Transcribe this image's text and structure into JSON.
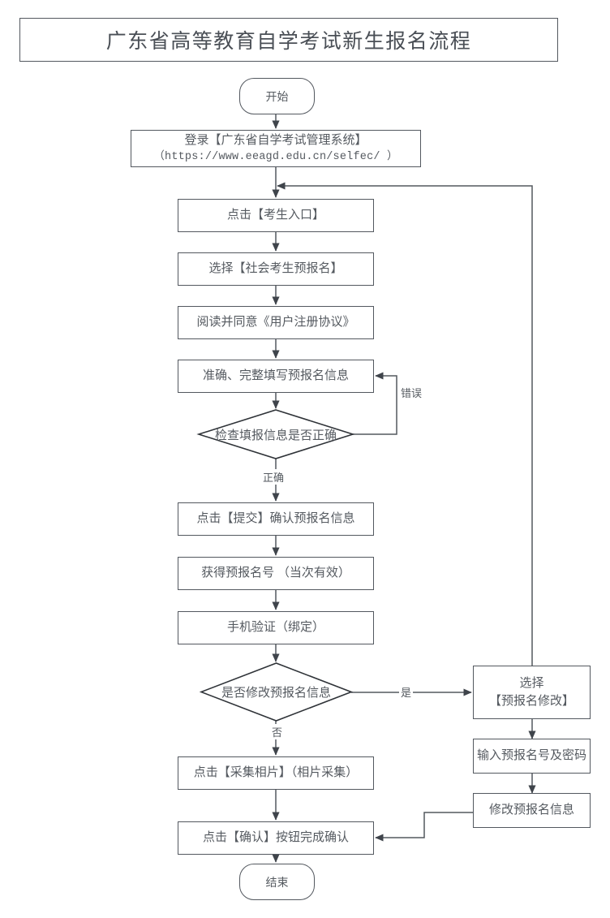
{
  "document": {
    "title": "广东省高等教育自学考试新生报名流程",
    "type": "flowchart"
  },
  "nodes": {
    "start": {
      "label": "开始",
      "shape": "terminator"
    },
    "login": {
      "line1": "登录【广东省自学考试管理系统】",
      "line2": "（https://www.eeagd.edu.cn/selfec/ ）",
      "shape": "process"
    },
    "entry": {
      "label": "点击【考生入口】",
      "shape": "process"
    },
    "select_pre_reg": {
      "label": "选择【社会考生预报名】",
      "shape": "process"
    },
    "agreement": {
      "label": "阅读并同意《用户注册协议》",
      "shape": "process"
    },
    "fill_info": {
      "label": "准确、完整填写预报名信息",
      "shape": "process"
    },
    "check_info": {
      "label": "检查填报信息是否正确",
      "shape": "decision"
    },
    "submit": {
      "label": "点击【提交】确认预报名信息",
      "shape": "process"
    },
    "get_number": {
      "label": "获得预报名号 （当次有效）",
      "shape": "process"
    },
    "phone_verify": {
      "label": "手机验证（绑定）",
      "shape": "process"
    },
    "modify_decision": {
      "label": "是否修改预报名信息",
      "shape": "decision"
    },
    "choose_modify": {
      "line1": "选择",
      "line2": "【预报名修改】",
      "shape": "process"
    },
    "input_number": {
      "label": "输入预报名号及密码",
      "shape": "process"
    },
    "modify_info": {
      "label": "修改预报名信息",
      "shape": "process"
    },
    "collect_photo": {
      "label": "点击【采集相片】（相片采集）",
      "shape": "process"
    },
    "confirm": {
      "label": "点击【确认】按钮完成确认",
      "shape": "process"
    },
    "end": {
      "label": "结束",
      "shape": "terminator"
    }
  },
  "edge_labels": {
    "error": "错误",
    "correct": "正确",
    "yes": "是",
    "no": "否"
  },
  "colors": {
    "stroke": "#53585f",
    "text": "#555a60",
    "background": "#ffffff"
  }
}
